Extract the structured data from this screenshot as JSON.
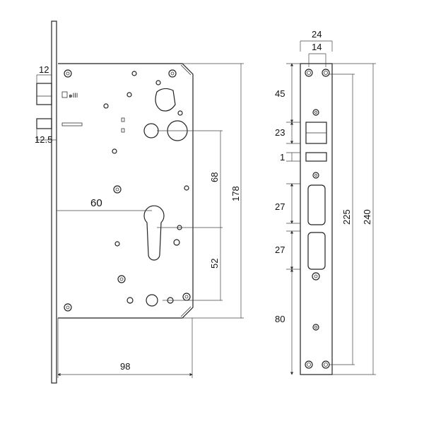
{
  "left_view": {
    "dims": {
      "latch_width": "12",
      "bolt_width": "12.5",
      "backset": "60",
      "upper_center": "68",
      "lower_center": "52",
      "case_height": "178",
      "case_width": "98"
    }
  },
  "right_view": {
    "dims": {
      "plate_width": "24",
      "screw_spacing_width": "14",
      "top_offset": "45",
      "latch_height": "23",
      "gap": "1",
      "bolt1_height": "27",
      "bolt2_height": "27",
      "bottom_offset": "80",
      "screw_spacing_height": "225",
      "plate_height": "240"
    }
  }
}
